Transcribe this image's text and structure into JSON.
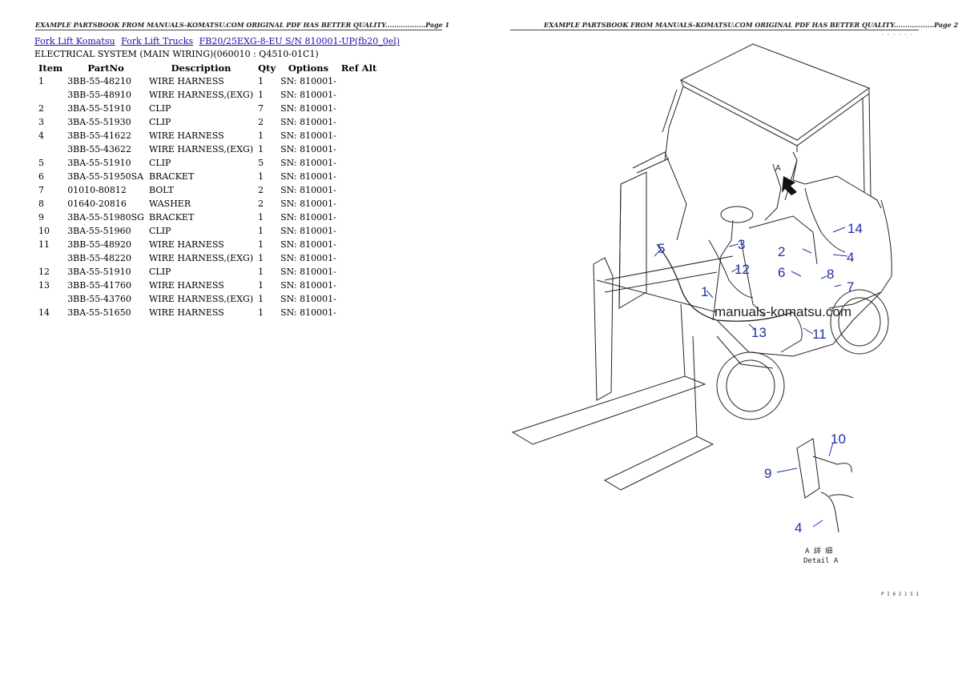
{
  "page1": {
    "header": "EXAMPLE PARTSBOOK FROM MANUALS-KOMATSU.COM ORIGINAL PDF HAS BETTER QUALITY..................Page 1"
  },
  "page2": {
    "header": "EXAMPLE PARTSBOOK FROM MANUALS-KOMATSU.COM ORIGINAL PDF HAS BETTER QUALITY..................Page 2",
    "watermark": "manuals-komatsu.com",
    "detail_label_jp": "A 詳 細",
    "detail_label": "Detail A",
    "detail_letter": "A",
    "code_top": "· · · · · ·",
    "code_bottom": "P I 6 2 1 5 1"
  },
  "breadcrumbs": [
    "Fork Lift Komatsu",
    "Fork Lift Trucks",
    "FB20/25EXG-8-EU S/N  810001-UP(fb20_0el)"
  ],
  "subtitle": "ELECTRICAL SYSTEM (MAIN WIRING)(060010 : Q4510-01C1)",
  "table": {
    "headers": [
      "Item",
      "PartNo",
      "Description",
      "Qty",
      "Options",
      "Ref Alt"
    ],
    "rows": [
      [
        "1",
        "3BB-55-48210",
        "WIRE HARNESS",
        "1",
        "SN: 810001-",
        ""
      ],
      [
        "",
        "3BB-55-48910",
        "WIRE HARNESS,(EXG)",
        "1",
        "SN: 810001-",
        ""
      ],
      [
        "2",
        "3BA-55-51910",
        "CLIP",
        "7",
        "SN: 810001-",
        ""
      ],
      [
        "3",
        "3BA-55-51930",
        "CLIP",
        "2",
        "SN: 810001-",
        ""
      ],
      [
        "4",
        "3BB-55-41622",
        "WIRE HARNESS",
        "1",
        "SN: 810001-",
        ""
      ],
      [
        "",
        "3BB-55-43622",
        "WIRE HARNESS,(EXG)",
        "1",
        "SN: 810001-",
        ""
      ],
      [
        "5",
        "3BA-55-51910",
        "CLIP",
        "5",
        "SN: 810001-",
        ""
      ],
      [
        "6",
        "3BA-55-51950SA",
        "BRACKET",
        "1",
        "SN: 810001-",
        ""
      ],
      [
        "7",
        "01010-80812",
        "BOLT",
        "2",
        "SN: 810001-",
        ""
      ],
      [
        "8",
        "01640-20816",
        "WASHER",
        "2",
        "SN: 810001-",
        ""
      ],
      [
        "9",
        "3BA-55-51980SG",
        "BRACKET",
        "1",
        "SN: 810001-",
        ""
      ],
      [
        "10",
        "3BA-55-51960",
        "CLIP",
        "1",
        "SN: 810001-",
        ""
      ],
      [
        "11",
        "3BB-55-48920",
        "WIRE HARNESS",
        "1",
        "SN: 810001-",
        ""
      ],
      [
        "",
        "3BB-55-48220",
        "WIRE HARNESS,(EXG)",
        "1",
        "SN: 810001-",
        ""
      ],
      [
        "12",
        "3BA-55-51910",
        "CLIP",
        "1",
        "SN: 810001-",
        ""
      ],
      [
        "13",
        "3BB-55-41760",
        "WIRE HARNESS",
        "1",
        "SN: 810001-",
        ""
      ],
      [
        "",
        "3BB-55-43760",
        "WIRE HARNESS,(EXG)",
        "1",
        "SN: 810001-",
        ""
      ],
      [
        "14",
        "3BA-55-51650",
        "WIRE HARNESS",
        "1",
        "SN: 810001-",
        ""
      ]
    ]
  },
  "callouts": [
    "1",
    "2",
    "3",
    "4",
    "5",
    "6",
    "7",
    "8",
    "9",
    "10",
    "11",
    "12",
    "13",
    "14"
  ],
  "colors": {
    "link": "#1a0dab",
    "callout": "#1f2fa8",
    "line": "#222222"
  }
}
